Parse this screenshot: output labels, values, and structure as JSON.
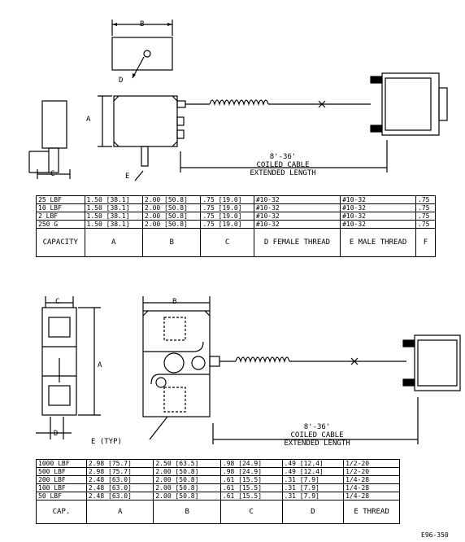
{
  "top_drawing": {
    "labels": {
      "b": "B",
      "a": "A",
      "c": "C",
      "d": "D",
      "e": "E"
    },
    "cable_note": [
      "8'-36'",
      "COILED CABLE",
      "EXTENDED LENGTH"
    ]
  },
  "table1": {
    "rows": [
      [
        "25 LBF",
        "1.50 [38.1]",
        "2.00 [50.8]",
        ".75 [19.0]",
        "#10-32",
        "#10-32",
        ".75"
      ],
      [
        "10 LBF",
        "1.50 [38.1]",
        "2.00 [50.8]",
        ".75 [19.0]",
        "#10-32",
        "#10-32",
        ".75"
      ],
      [
        "2 LBF",
        "1.50 [38.1]",
        "2.00 [50.8]",
        ".75 [19.0]",
        "#10-32",
        "#10-32",
        ".75"
      ],
      [
        "250 G",
        "1.50 [38.1]",
        "2.00 [50.8]",
        ".75 [19.0]",
        "#10-32",
        "#10-32",
        ".75"
      ]
    ],
    "header": [
      "CAPACITY",
      "A",
      "B",
      "C",
      "D FEMALE THREAD",
      "E MALE THREAD",
      "F"
    ]
  },
  "bottom_drawing": {
    "labels": {
      "c": "C",
      "b": "B",
      "a": "A",
      "d": "D",
      "e_typ": "E (TYP)"
    },
    "cable_note": [
      "8'-36'",
      "COILED CABLE",
      "EXTENDED LENGTH"
    ]
  },
  "table2": {
    "rows": [
      [
        "1000 LBF",
        "2.98 [75.7]",
        "2.50 [63.5]",
        ".98 [24.9]",
        ".49 [12.4]",
        "1/2-20"
      ],
      [
        "500 LBF",
        "2.98 [75.7]",
        "2.00 [50.8]",
        ".98 [24.9]",
        ".49 [12.4]",
        "1/2-20"
      ],
      [
        "200 LBF",
        "2.48 [63.0]",
        "2.00 [50.8]",
        ".61 [15.5]",
        ".31 [7.9]",
        "1/4-28"
      ],
      [
        "100 LBF",
        "2.48 [63.0]",
        "2.00 [50.8]",
        ".61 [15.5]",
        ".31 [7.9]",
        "1/4-28"
      ],
      [
        "50 LBF",
        "2.48 [63.0]",
        "2.00 [50.8]",
        ".61 [15.5]",
        ".31 [7.9]",
        "1/4-28"
      ]
    ],
    "header": [
      "CAP.",
      "A",
      "B",
      "C",
      "D",
      "E THREAD"
    ]
  },
  "reference": "E96-350"
}
